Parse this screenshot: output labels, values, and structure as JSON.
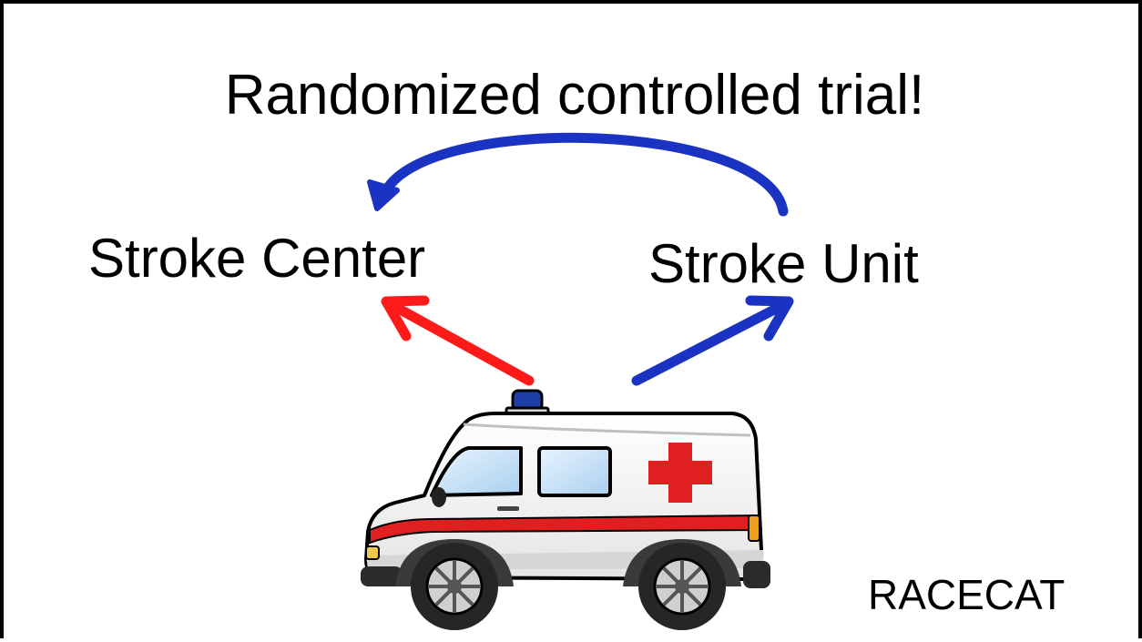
{
  "title": "Randomized controlled trial!",
  "nodes": {
    "left": "Stroke Center",
    "right": "Stroke Unit"
  },
  "corner_label": "RACECAT",
  "colors": {
    "text": "#000000",
    "red_arrow": "#ff1a1a",
    "blue_arrow": "#1a33c2",
    "frame": "#000000"
  },
  "icons": {
    "vehicle": "ambulance-icon",
    "cross": "red-cross-icon"
  }
}
